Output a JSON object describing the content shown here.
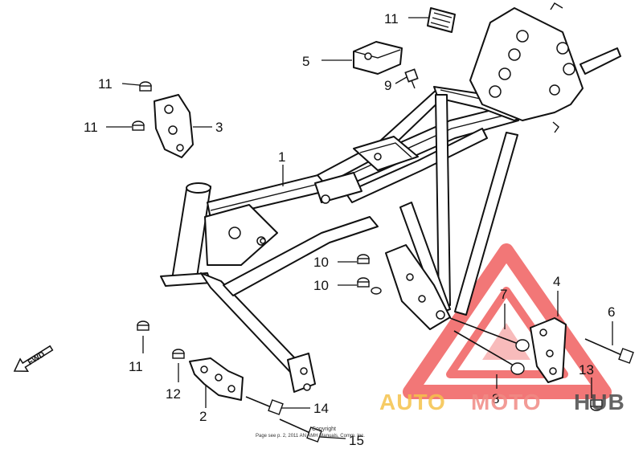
{
  "callouts": [
    {
      "id": "1",
      "label": "1"
    },
    {
      "id": "2",
      "label": "2"
    },
    {
      "id": "3",
      "label": "3"
    },
    {
      "id": "4",
      "label": "4"
    },
    {
      "id": "5",
      "label": "5"
    },
    {
      "id": "6",
      "label": "6"
    },
    {
      "id": "7",
      "label": "7"
    },
    {
      "id": "8",
      "label": "8"
    },
    {
      "id": "9",
      "label": "9"
    },
    {
      "id": "10a",
      "label": "10"
    },
    {
      "id": "10b",
      "label": "10"
    },
    {
      "id": "11a",
      "label": "11"
    },
    {
      "id": "11b",
      "label": "11"
    },
    {
      "id": "11c",
      "label": "11"
    },
    {
      "id": "11d",
      "label": "11"
    },
    {
      "id": "12",
      "label": "12"
    },
    {
      "id": "13",
      "label": "13"
    },
    {
      "id": "14",
      "label": "14"
    },
    {
      "id": "15",
      "label": "15"
    }
  ],
  "fwd_label": "FWD",
  "copyright": {
    "line1": "Copyright",
    "line2": "Page see p. 2, 2011 AN AMH Manuals, Comm. Inc."
  },
  "watermark": {
    "part1": "AUTO",
    "part2": "MOTO",
    "part3": "HUB",
    "color_auto": "#f5c24a",
    "color_moto": "#f08a84",
    "color_hub": "#4a4a4a",
    "color_triangle": "#ee4a4a"
  }
}
